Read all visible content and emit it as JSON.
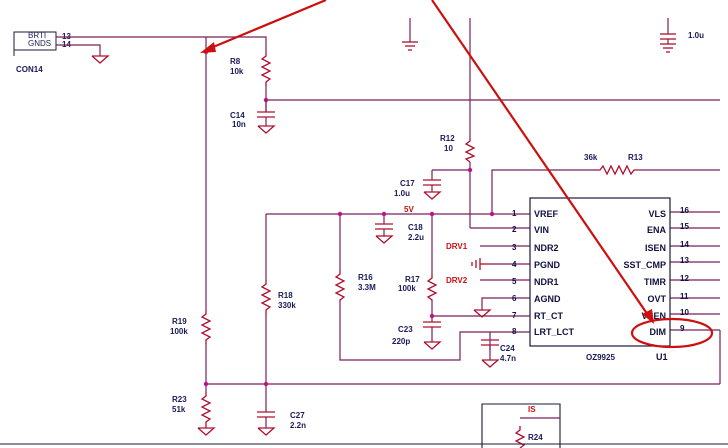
{
  "connector": {
    "name": "CON14",
    "pin13_label": "BRTI",
    "pin13": "13",
    "pin14_label": "GNDS",
    "pin14": "14"
  },
  "components": {
    "r8": {
      "ref": "R8",
      "value": "10k"
    },
    "c14": {
      "ref": "C14",
      "value": "10n"
    },
    "r12": {
      "ref": "R12",
      "value": "10"
    },
    "c17": {
      "ref": "C17",
      "value": "1.0u"
    },
    "c_top": {
      "value": "1.0u"
    },
    "r13": {
      "ref": "R13",
      "value": "36k"
    },
    "c18": {
      "ref": "C18",
      "value": "2.2u"
    },
    "r16": {
      "ref": "R16",
      "value": "3.3M"
    },
    "r17": {
      "ref": "R17",
      "value": "100k"
    },
    "r18": {
      "ref": "R18",
      "value": "330k"
    },
    "r19": {
      "ref": "R19",
      "value": "100k"
    },
    "c23": {
      "ref": "C23",
      "value": "220p"
    },
    "c24": {
      "ref": "C24",
      "value": "4.7n"
    },
    "r23": {
      "ref": "R23",
      "value": "51k"
    },
    "c27": {
      "ref": "C27",
      "value": "2.2n"
    },
    "r24": {
      "ref": "R24"
    }
  },
  "nets": {
    "v5": "5V",
    "drv1": "DRV1",
    "drv2": "DRV2",
    "is": "IS"
  },
  "ic": {
    "part": "OZ9925",
    "ref": "U1",
    "left_pins": [
      {
        "num": "1",
        "name": "VREF"
      },
      {
        "num": "2",
        "name": "VIN"
      },
      {
        "num": "3",
        "name": "NDR2"
      },
      {
        "num": "4",
        "name": "PGND"
      },
      {
        "num": "5",
        "name": "NDR1"
      },
      {
        "num": "6",
        "name": "AGND"
      },
      {
        "num": "7",
        "name": "RT_CT"
      },
      {
        "num": "8",
        "name": "LRT_LCT"
      }
    ],
    "right_pins": [
      {
        "num": "16",
        "name": "VLS"
      },
      {
        "num": "15",
        "name": "ENA"
      },
      {
        "num": "14",
        "name": "ISEN"
      },
      {
        "num": "13",
        "name": "SST_CMP"
      },
      {
        "num": "12",
        "name": "TIMR"
      },
      {
        "num": "11",
        "name": "OVT"
      },
      {
        "num": "10",
        "name": "VSEN"
      },
      {
        "num": "9",
        "name": "DIM"
      }
    ]
  },
  "annotation_color": "#cc1010"
}
